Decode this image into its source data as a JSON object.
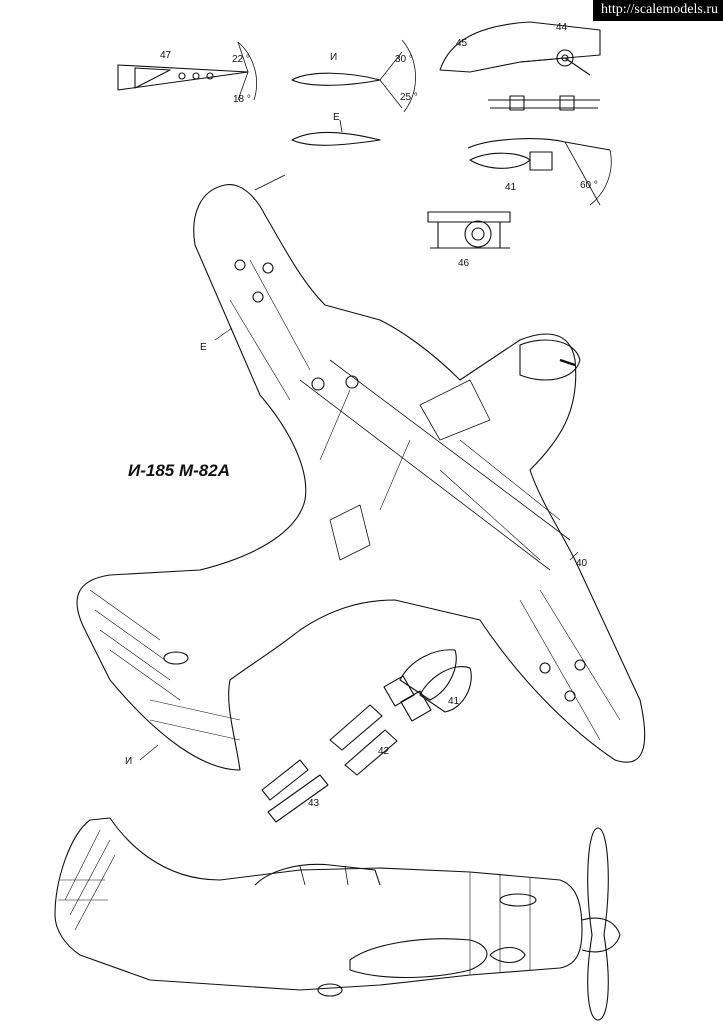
{
  "watermark": "http://scalemodels.ru",
  "title": "И-185 М-82А",
  "callouts": {
    "n47": "47",
    "n44": "44",
    "n45": "45",
    "n46": "46",
    "n41a": "41",
    "n41b": "41",
    "n40": "40",
    "n42": "42",
    "n43": "43"
  },
  "section_labels": {
    "i_top": "И",
    "e_top": "Е",
    "e_wing": "Е",
    "i_tail": "И"
  },
  "angles": {
    "up_a": "22 °",
    "down_a": "18 °",
    "up_b": "30 °",
    "down_b": "25 °",
    "flap": "60 °"
  }
}
